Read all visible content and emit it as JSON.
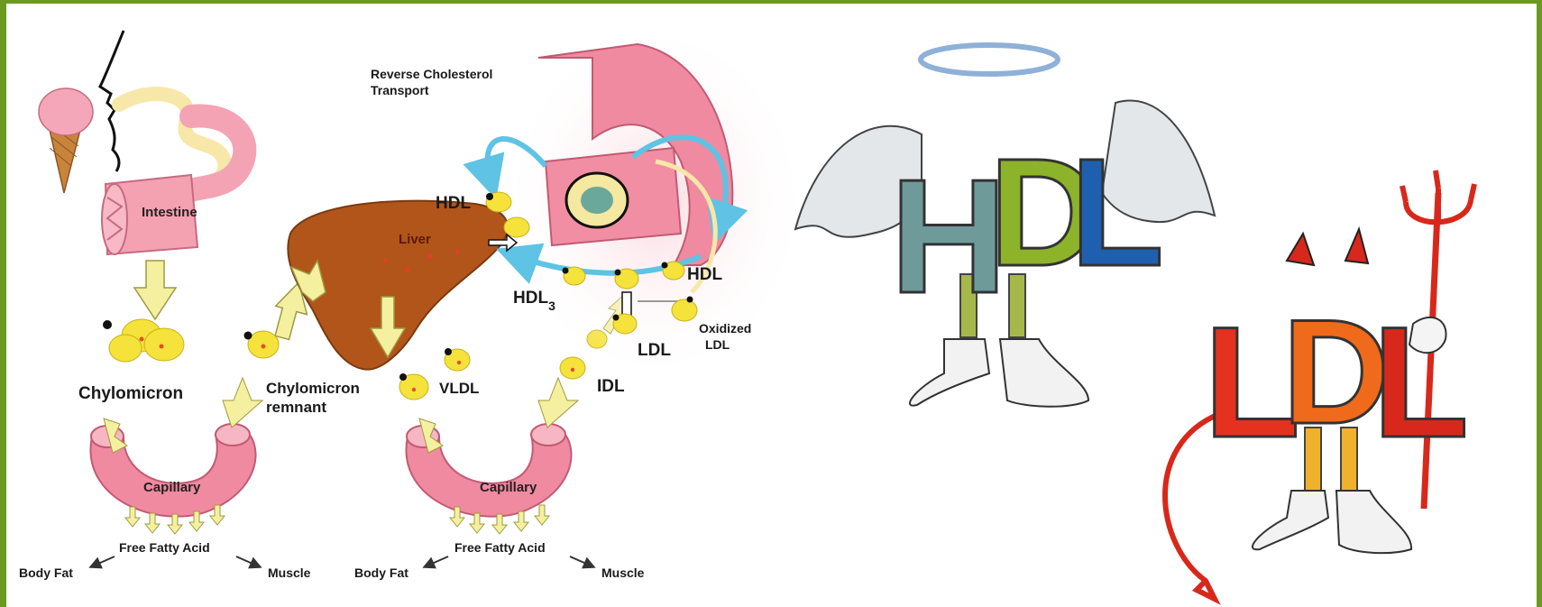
{
  "labels": {
    "reverse_transport": [
      "Reverse Cholesterol",
      "Transport"
    ],
    "intestine": "Intestine",
    "liver": "Liver",
    "chylomicron": "Chylomicron",
    "chylomicron_remnant": [
      "Chylomicron",
      "remnant"
    ],
    "vldl": "VLDL",
    "idl": "IDL",
    "ldl": "LDL",
    "oxidized_ldl": [
      "Oxidized",
      "LDL"
    ],
    "hdl_top": "HDL",
    "hdl_right": "HDL",
    "hdl3": "HDL",
    "hdl3_sub": "3",
    "capillary_left": "Capillary",
    "capillary_right": "Capillary",
    "ffa_left": "Free Fatty Acid",
    "ffa_right": "Free Fatty Acid",
    "body_fat_left": "Body Fat",
    "body_fat_right": "Body Fat",
    "muscle_left": "Muscle",
    "muscle_right": "Muscle"
  },
  "cartoon": {
    "good_word": [
      "H",
      "D",
      "L"
    ],
    "bad_word": [
      "L",
      "D",
      "L"
    ]
  },
  "colors": {
    "frame": "#6a9a1f",
    "vessel": "#f08aa0",
    "liver": "#b2551a",
    "lipoprotein": "#f5e23a",
    "flow_arrow": "#5ec3e4",
    "hdl_h": "#6f9a9a",
    "hdl_d": "#8db32a",
    "hdl_l": "#1f5fb0",
    "ldl_l1": "#e4321f",
    "ldl_d": "#ef6a1a",
    "ldl_l2": "#d8281b"
  }
}
